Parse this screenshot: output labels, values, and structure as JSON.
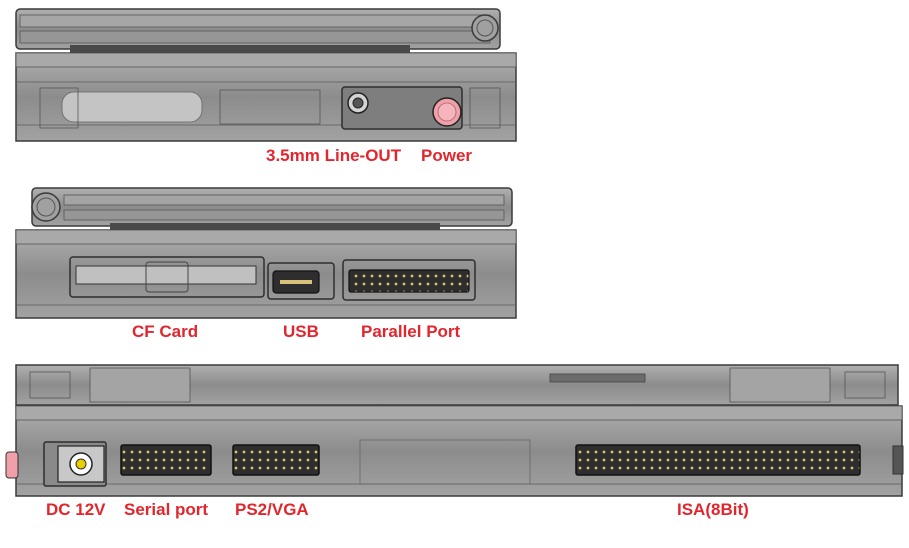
{
  "colors": {
    "label": "#e3262d",
    "case_dark": "#7a7a7a",
    "case_mid": "#9a9a9a",
    "case_light": "#b8b8b8",
    "outline": "#3a3a3a",
    "power_button": "#f0a0a8",
    "dc_jack": "#e8d000"
  },
  "labels": {
    "line_out": "3.5mm Line-OUT",
    "power": "Power",
    "cf_card": "CF Card",
    "usb": "USB",
    "parallel_port": "Parallel Port",
    "dc_12v": "DC 12V",
    "serial_port": "Serial port",
    "ps2_vga": "PS2/VGA",
    "isa": "ISA(8Bit)"
  }
}
